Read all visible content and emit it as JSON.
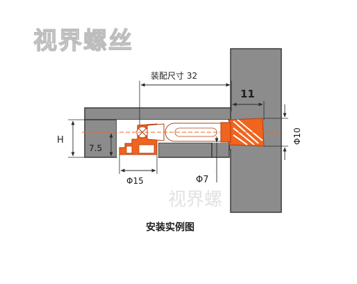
{
  "watermark": {
    "brand_top": "视界螺丝",
    "brand_center": "视界螺"
  },
  "labels": {
    "assembly_dimension": "装配尺寸 32",
    "depth_11": "11",
    "height_h": "H",
    "value_7_5": "7.5",
    "diameter_15": "Φ15",
    "diameter_7": "Φ7",
    "diameter_10": "Φ10",
    "caption": "安装实例图"
  },
  "colors": {
    "panel_fill": "#8c8c8c",
    "panel_stroke": "#3a3a3a",
    "hardware_orange": "#f0641e",
    "hardware_dark": "#d24a12",
    "dimension_line": "#2a2a2a",
    "text": "#1e1e1e"
  }
}
